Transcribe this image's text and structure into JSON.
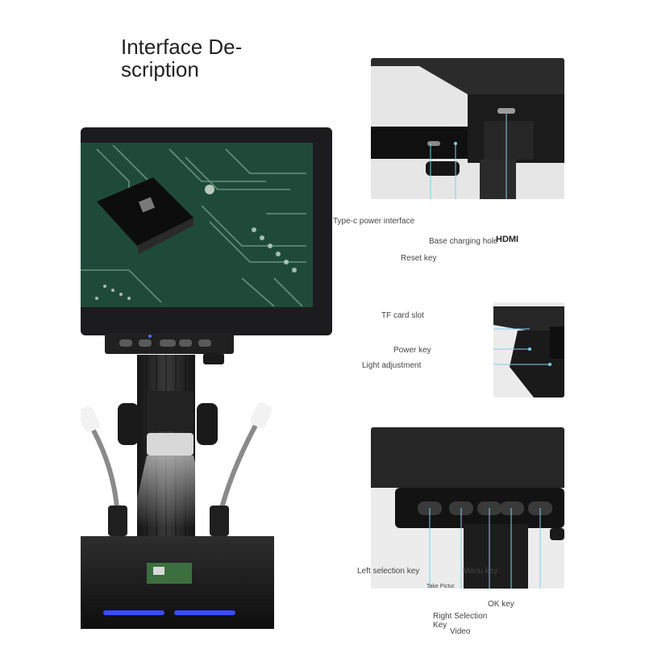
{
  "title": {
    "line1": "Interface De-",
    "line2": "scription"
  },
  "labels": {
    "type_c_power": "Type-c power interface",
    "base_charging": "Base charging hole",
    "hdmi": "HDMI",
    "reset_key": "Reset key",
    "tf_card": "TF card slot",
    "power_key": "Power key",
    "light_adjustment": "Light adjustment",
    "left_selection": "Left selection key",
    "menu_key": "Menu key",
    "take_picture": "Take Pictur",
    "ok_key": "OK key",
    "right_selection_1": "Right Selection",
    "right_selection_2": "Key",
    "video": "Video"
  },
  "colors": {
    "device_dark": "#1c1c1e",
    "pcb_green": "#1f4a3a",
    "led_blue": "#3a4dff",
    "callout_line": "#7fd3e6",
    "panel_bg": "#e8e8e8"
  }
}
